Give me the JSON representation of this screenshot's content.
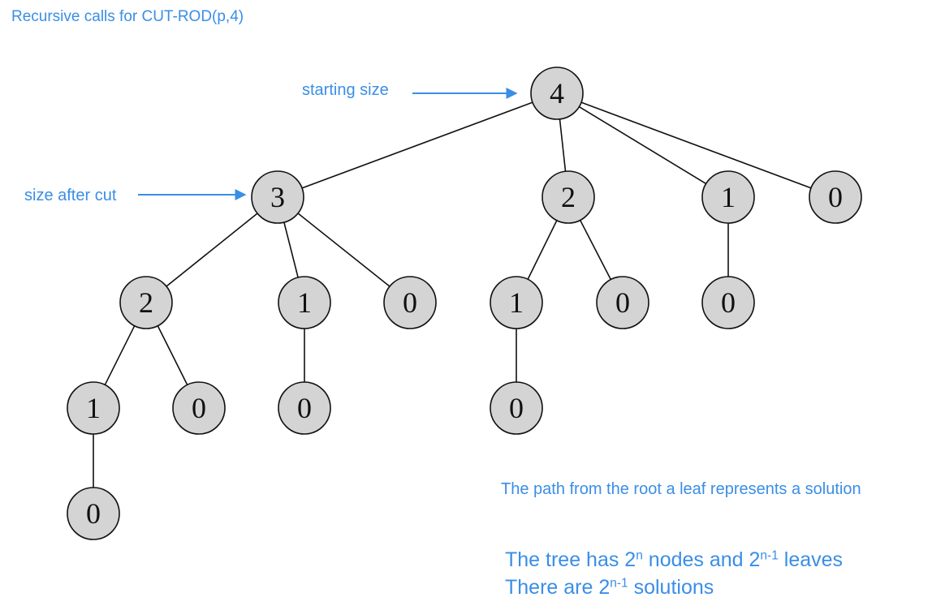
{
  "title": "Recursive calls for CUT-ROD(p,4)",
  "annotations": {
    "starting_size": "starting size",
    "size_after_cut": "size after cut"
  },
  "notes": {
    "path_note": "The path from the root a leaf represents a solution",
    "tree_prefix": "The tree has 2",
    "tree_sup1": "n",
    "tree_middle": " nodes and 2",
    "tree_sup2": "n-1",
    "tree_suffix": " leaves",
    "solutions_prefix": "There are 2",
    "solutions_sup": "n-1",
    "solutions_suffix": " solutions"
  },
  "colors": {
    "annotation_blue": "#3a8ee6",
    "node_fill": "#d4d4d4",
    "line": "#111111"
  },
  "tree": {
    "nodes": [
      {
        "id": "n4",
        "label": "4"
      },
      {
        "id": "n3",
        "label": "3"
      },
      {
        "id": "n2a",
        "label": "2"
      },
      {
        "id": "n1a",
        "label": "1"
      },
      {
        "id": "n0a",
        "label": "0"
      },
      {
        "id": "n2b",
        "label": "2"
      },
      {
        "id": "n1b",
        "label": "1"
      },
      {
        "id": "n0b",
        "label": "0"
      },
      {
        "id": "n1c",
        "label": "1"
      },
      {
        "id": "n0c",
        "label": "0"
      },
      {
        "id": "n0d",
        "label": "0"
      },
      {
        "id": "n0e",
        "label": "0"
      },
      {
        "id": "n1d",
        "label": "1"
      },
      {
        "id": "n0f",
        "label": "0"
      },
      {
        "id": "n0g",
        "label": "0"
      },
      {
        "id": "n0h",
        "label": "0"
      }
    ],
    "edges": [
      [
        "n4",
        "n3"
      ],
      [
        "n4",
        "n2a"
      ],
      [
        "n4",
        "n1a"
      ],
      [
        "n4",
        "n0a"
      ],
      [
        "n3",
        "n2b"
      ],
      [
        "n3",
        "n1b"
      ],
      [
        "n3",
        "n0b"
      ],
      [
        "n2a",
        "n1c"
      ],
      [
        "n2a",
        "n0c"
      ],
      [
        "n1a",
        "n0d"
      ],
      [
        "n2b",
        "n1d"
      ],
      [
        "n2b",
        "n0e"
      ],
      [
        "n1b",
        "n0f"
      ],
      [
        "n1c",
        "n0g"
      ],
      [
        "n1d",
        "n0h"
      ]
    ]
  }
}
